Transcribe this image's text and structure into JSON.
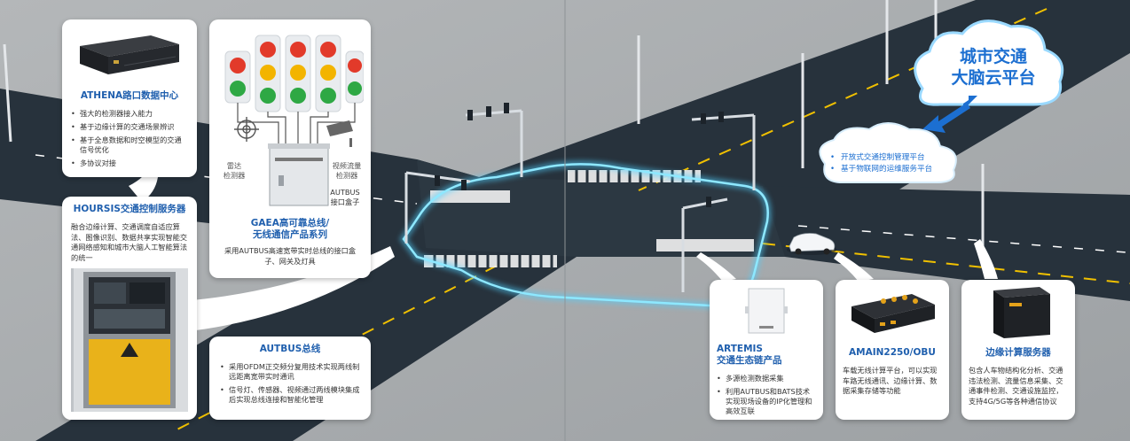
{
  "athena": {
    "title": "ATHENA路口数据中心",
    "bullets": [
      "强大的检测器接入能力",
      "基于边缘计算的交通场景辨识",
      "基于全息数据和时空模型的交通信号优化",
      "多协议对接"
    ]
  },
  "hoursis": {
    "title": "HOURSIS交通控制服务器",
    "text": "融合边缘计算、交通调度自适应算法、图像识别、数据共享实现智能交通网络感知和城市大脑人工智能算法的统一"
  },
  "gaea": {
    "title_line1": "GAEA高可靠总线/",
    "title_line2": "无线通信产品系列",
    "text": "采用AUTBUS高速宽带实时总线的接口盒子、网关及灯具",
    "radar_label_line1": "雷达",
    "radar_label_line2": "检测器",
    "video_label_line1": "视频流量",
    "video_label_line2": "检测器",
    "box_label_line1": "AUTBUS",
    "box_label_line2": "接口盒子"
  },
  "autbus": {
    "title": "AUTBUS总线",
    "bullets": [
      "采用OFDM正交频分复用技术实现两线制远距离宽带实时通讯",
      "信号灯、传感器、视频通过两线模块集成后实现总线连接和智能化管理"
    ]
  },
  "cloud": {
    "title_line1": "城市交通",
    "title_line2": "大脑云平台",
    "bullets": [
      "开放式交通控制管理平台",
      "基于物联网的运维服务平台"
    ]
  },
  "artemis": {
    "title_line1": "ARTEMIS",
    "title_line2": "交通生态链产品",
    "bullets": [
      "多源检测数据采集",
      "利用AUTBUS和BATS技术实现现场设备的IP化管理和高效互联"
    ]
  },
  "amain": {
    "title": "AMAIN2250/OBU",
    "text": "车载无线计算平台，可以实现车路无线通讯、边缘计算、数据采集存储等功能"
  },
  "edge": {
    "title": "边缘计算服务器",
    "text": "包含人车物结构化分析、交通违法检测、流量信息采集、交通事件检测、交通设施监控，支持4G/5G等各种通信协议"
  },
  "colors": {
    "road": "#27323c",
    "ground": "#a9adaf",
    "accent_blue": "#1f5fae",
    "network_cyan": "#4fd0ff",
    "lane_yellow": "#f0c000",
    "signal_red": "#e23a2a",
    "signal_yellow": "#f3b400",
    "signal_green": "#2ea844"
  }
}
